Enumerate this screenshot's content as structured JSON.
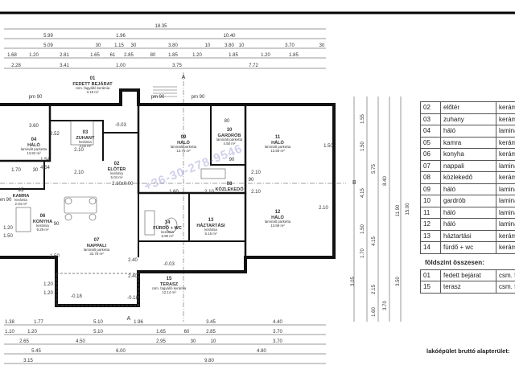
{
  "dims_top": {
    "r1": [
      "18.35"
    ],
    "r2": [
      "5.99",
      "1.96",
      "10.40"
    ],
    "r3": [
      "5.09",
      "30",
      "1.15",
      "30",
      "3.80",
      "10",
      "3.80",
      "10",
      "3.70",
      "30"
    ],
    "r4": [
      "1.68",
      "1.20",
      "2.81",
      "1.65",
      "61",
      "2.85",
      "80",
      "1.85",
      "1.20",
      "1.85",
      "1.20",
      "1.85"
    ],
    "r5": [
      "2.28",
      "3.41",
      "1.00",
      "3.75",
      "7.72"
    ]
  },
  "dims_bottom": {
    "r1": [
      "1.38",
      "1.77",
      "5.10",
      "1.96",
      "3.45",
      "4.40"
    ],
    "r2": [
      "1.10",
      "1.20",
      "5.10",
      "1.65",
      "60",
      "2.85",
      "3.70"
    ],
    "r3": [
      "2.65",
      "4.50",
      "2.95",
      "30",
      "10",
      "3.70"
    ],
    "r4": [
      "5.45",
      "6.00",
      "4.80"
    ],
    "r5": [
      "3.15",
      "9.80"
    ]
  },
  "dims_right": [
    "1.55",
    "1.50",
    "4.15",
    "5.75",
    "1.50",
    "1.70",
    "4.15",
    "3.05",
    "2.15",
    "3.70",
    "1.60",
    "15.00",
    "11.90",
    "8.40",
    "3.50"
  ],
  "sections": {
    "a": "A",
    "b": "B"
  },
  "rooms": [
    {
      "id": "01",
      "name": "FEDETT BEJÁRAT",
      "sub": "csm. fagyálló kerámia",
      "area": "3.18 m²"
    },
    {
      "id": "02",
      "name": "ELŐTÉR",
      "sub": "kerámia",
      "area": "5.04 m²"
    },
    {
      "id": "03",
      "name": "ZUHANY",
      "sub": "kerámia",
      "area": "2.62 m²"
    },
    {
      "id": "04",
      "name": "HÁLÓ",
      "sub": "laminált parketta",
      "area": "13.92 m²"
    },
    {
      "id": "05",
      "name": "KAMRA",
      "sub": "kerámia",
      "area": "2.04 m²"
    },
    {
      "id": "06",
      "name": "KONYHA",
      "sub": "kerámia",
      "area": "9.29 m²"
    },
    {
      "id": "07",
      "name": "NAPPALI",
      "sub": "laminált parketta",
      "area": "32.78 m²"
    },
    {
      "id": "08",
      "name": "KÖZLEKEDŐ",
      "sub": "",
      "area": ""
    },
    {
      "id": "09",
      "name": "HÁLÓ",
      "sub": "laminált parketta",
      "area": "13.75 m²"
    },
    {
      "id": "10",
      "name": "GARDRÓB",
      "sub": "laminált parketta",
      "area": "4.50 m²"
    },
    {
      "id": "11",
      "name": "HÁLÓ",
      "sub": "laminált parketta",
      "area": "13.59 m²"
    },
    {
      "id": "12",
      "name": "HÁLÓ",
      "sub": "laminált parketta",
      "area": "13.69 m²"
    },
    {
      "id": "13",
      "name": "HÁZTARTÁSI",
      "sub": "kerámia",
      "area": "6.15 m²"
    },
    {
      "id": "14",
      "name": "FÜRDŐ + WC",
      "sub": "kerámia",
      "area": "6.90 m²"
    },
    {
      "id": "15",
      "name": "TERASZ",
      "sub": "csm. fagyálló kerámia",
      "area": "12.14 m²"
    }
  ],
  "inner_labels": [
    "pm 90",
    "3.60",
    "2.52",
    "2.10",
    "1.54",
    "4.54",
    "1.70",
    "30",
    "2.10",
    "2.10",
    "pm 90",
    "1.20",
    "1.50",
    "90",
    "1.20",
    "1.20",
    "1.50",
    "-0.03",
    "±0.00",
    "-0.18",
    "-0.03",
    "2.40",
    "2.40",
    "-0.18",
    "1.50",
    "pm 90",
    "pm 90",
    "80",
    "90",
    "2.10",
    "2.10",
    "90",
    "2.10",
    "1.60",
    "2.10"
  ],
  "legend": {
    "rows": [
      {
        "no": "02",
        "name": "előtér",
        "floor": "kerámia"
      },
      {
        "no": "03",
        "name": "zuhany",
        "floor": "kerámia"
      },
      {
        "no": "04",
        "name": "háló",
        "floor": "laminált"
      },
      {
        "no": "05",
        "name": "kamra",
        "floor": "kerámia"
      },
      {
        "no": "06",
        "name": "konyha",
        "floor": "kerámia"
      },
      {
        "no": "07",
        "name": "nappali",
        "floor": "laminált"
      },
      {
        "no": "08",
        "name": "közlekedő",
        "floor": "kerámia"
      },
      {
        "no": "09",
        "name": "háló",
        "floor": "laminált"
      },
      {
        "no": "10",
        "name": "gardrób",
        "floor": "laminált"
      },
      {
        "no": "11",
        "name": "háló",
        "floor": "laminált"
      },
      {
        "no": "12",
        "name": "háló",
        "floor": "laminált"
      },
      {
        "no": "13",
        "name": "háztartási",
        "floor": "kerámia"
      },
      {
        "no": "14",
        "name": "fürdő + wc",
        "floor": "kerámia"
      }
    ],
    "summary": "földszint összesen:",
    "outdoor": [
      {
        "no": "01",
        "name": "fedett bejárat",
        "floor": "csm. fa"
      },
      {
        "no": "15",
        "name": "terasz",
        "floor": "csm. fa"
      }
    ],
    "total": "lakóépület bruttó alapterület:"
  },
  "watermark": "+36-30-278-9546"
}
